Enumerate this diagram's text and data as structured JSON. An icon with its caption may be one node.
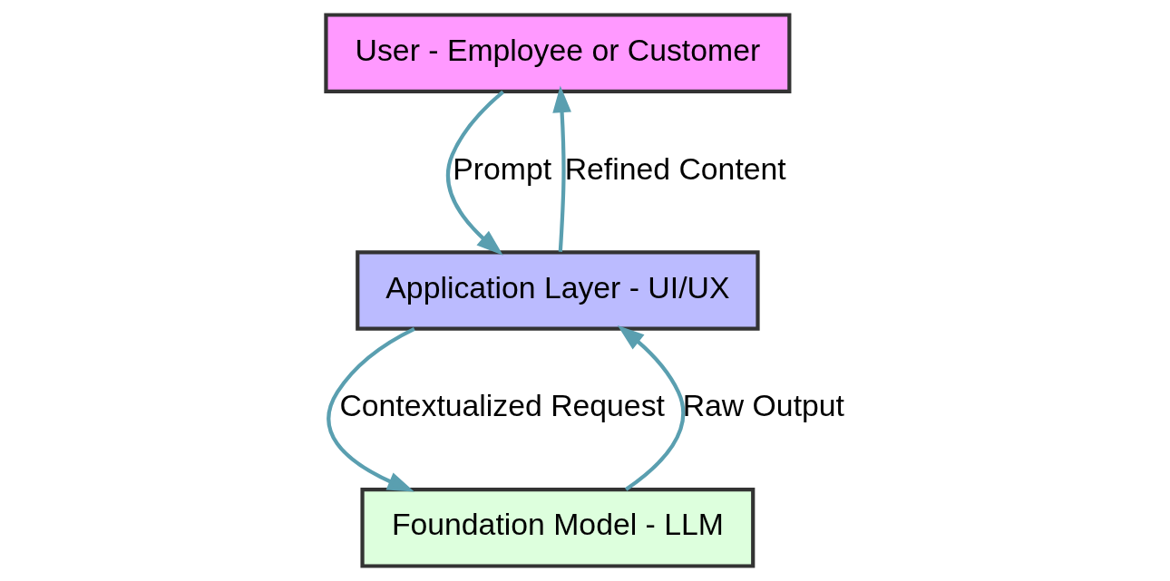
{
  "diagram": {
    "nodes": [
      {
        "text": [
          "User - Employee or Customer"
        ]
      },
      {
        "text": [
          "Application Layer - UI/UX"
        ]
      },
      {
        "text": [
          "Foundation Model - LLM"
        ]
      }
    ],
    "edges": [
      {
        "from": 0,
        "to": 1,
        "arrow": "to",
        "label": "Prompt"
      },
      {
        "from": 1,
        "to": 0,
        "arrow": "to",
        "label": "Refined Content"
      },
      {
        "from": 1,
        "to": 2,
        "arrow": "to",
        "label": "Contextualized Request"
      },
      {
        "from": 2,
        "to": 1,
        "arrow": "to",
        "label": "Raw Output"
      }
    ]
  }
}
